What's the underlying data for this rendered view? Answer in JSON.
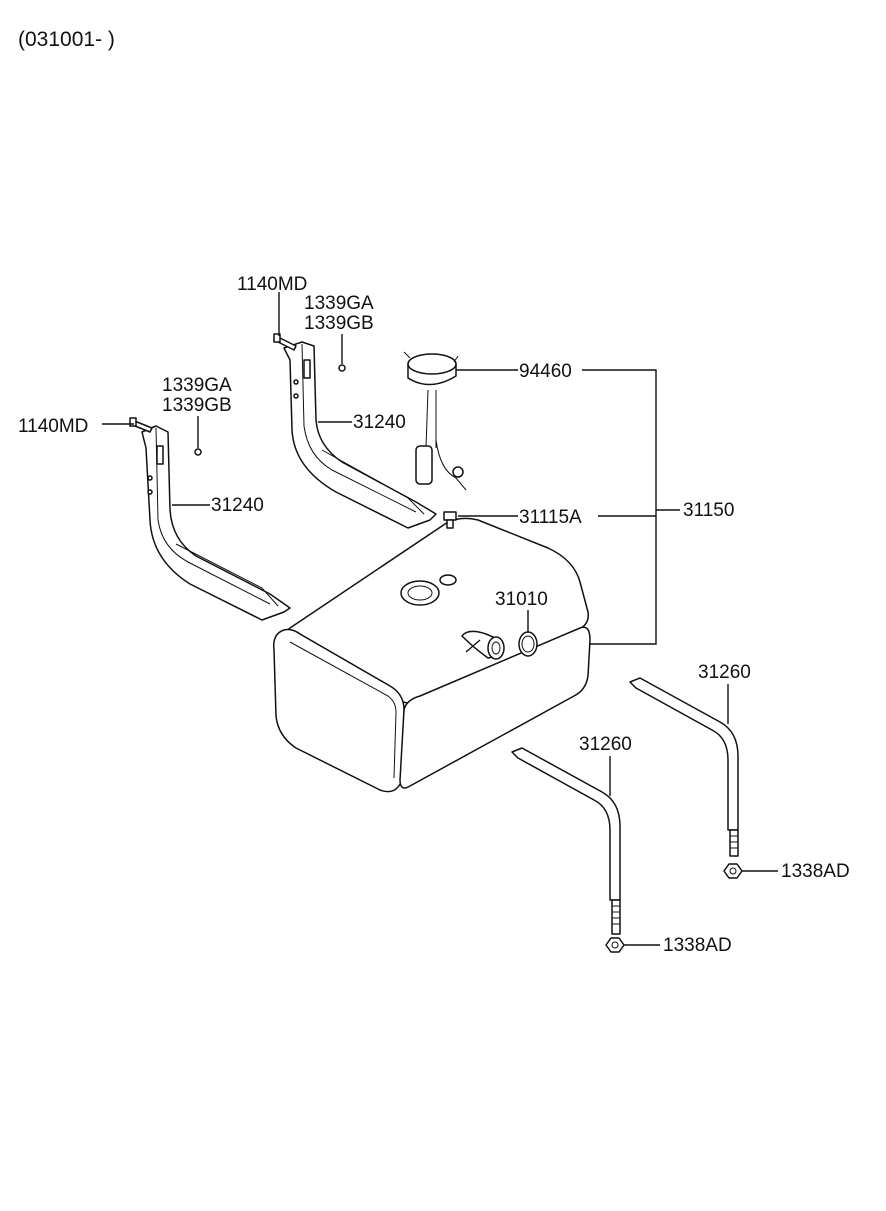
{
  "header": {
    "date_code": "(031001- )"
  },
  "labels": {
    "screw_left": "1140MD",
    "screw_right": "1140MD",
    "nut_left_a": "1339GA",
    "nut_left_b": "1339GB",
    "nut_right_a": "1339GA",
    "nut_right_b": "1339GB",
    "bracket_right": "31240",
    "bracket_left": "31240",
    "sender": "94460",
    "cap": "31115A",
    "tank_assy": "31150",
    "tank": "31010",
    "strap_right": "31260",
    "strap_left": "31260",
    "strap_nut_right": "1338AD",
    "strap_nut_left": "1338AD"
  }
}
